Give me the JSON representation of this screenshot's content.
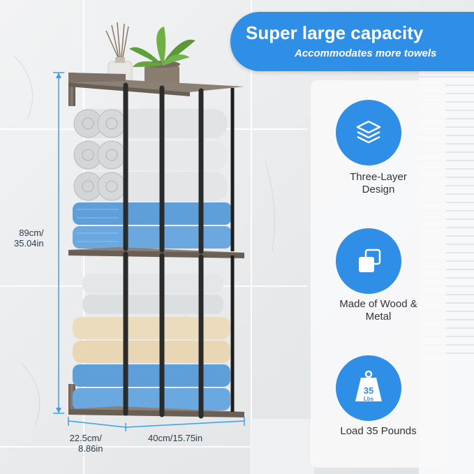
{
  "banner": {
    "title": "Super large capacity",
    "subtitle": "Accommodates more towels",
    "color": "#2f8fe6"
  },
  "dimensions": {
    "height_line1": "89cm/",
    "height_line2": "35.04in",
    "depth_line1": "22.5cm/",
    "depth_line2": "8.86in",
    "width": "40cm/15.75in",
    "line_color": "#3aa0f0"
  },
  "features": [
    {
      "icon": "layers-icon",
      "label_line1": "Three-Layer",
      "label_line2": "Design"
    },
    {
      "icon": "squares-icon",
      "label_line1": "Made of Wood &",
      "label_line2": "Metal"
    },
    {
      "icon": "weight-icon",
      "badge_number": "35",
      "badge_unit": "Lbs",
      "label_line1": "Load 35 Pounds",
      "label_line2": ""
    }
  ]
}
